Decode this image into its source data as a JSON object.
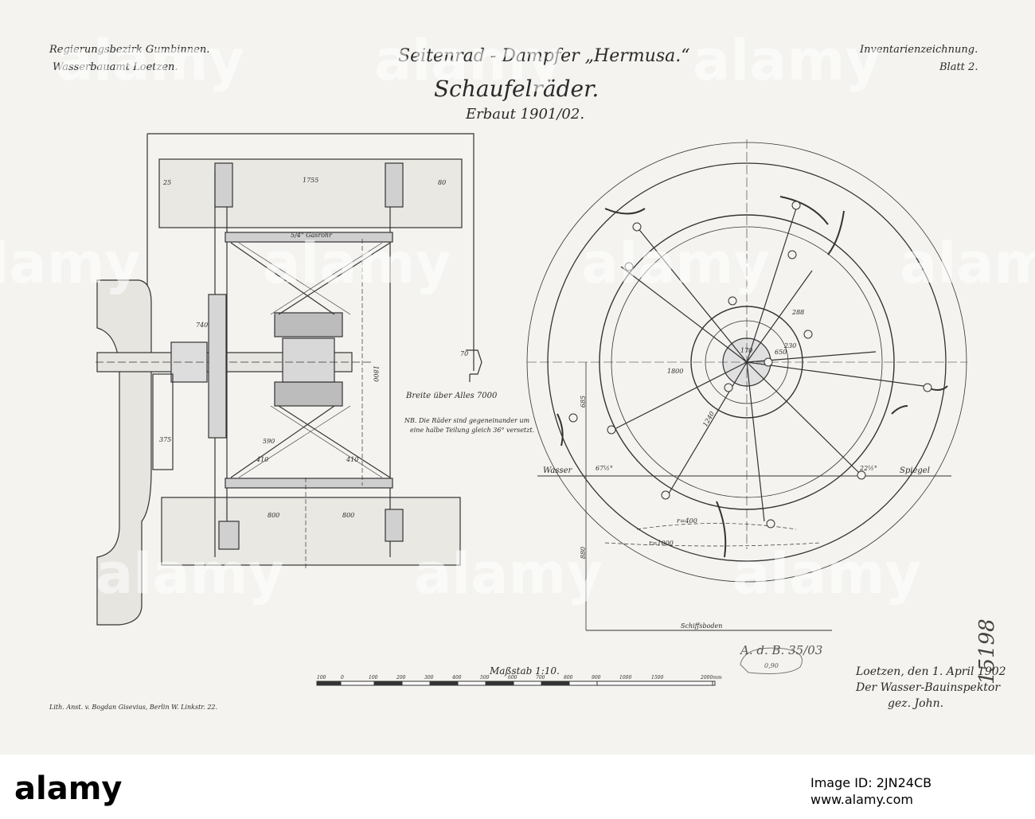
{
  "header": {
    "left_line1": "Regierungsbezirk Gumbinnen.",
    "left_line2": "Wasserbauamt Loetzen.",
    "title": "Seitenrad - Dampfer „Hermusa.“",
    "subtitle": "Schaufelräder.",
    "built": "Erbaut 1901/02.",
    "right_line1": "Inventarienzeichnung.",
    "right_line2": "Blatt 2."
  },
  "plan_labels": {
    "dim_1755": "1755",
    "dim_25": "25",
    "dim_80": "80",
    "pipe": "5/4\" Gasrohr",
    "dim_740": "740",
    "dim_1800": "1800",
    "dim_375": "375",
    "dim_590": "590",
    "dim_410a": "410",
    "dim_410b": "410",
    "dim_800a": "800",
    "dim_800b": "800",
    "dim_70": "70",
    "width_note": "Breite über Alles 7000",
    "nb_line1": "NB. Die Räder sind gegeneinander um",
    "nb_line2": "eine halbe Teilung gleich 36° versetzt."
  },
  "wheel_labels": {
    "dim_1800": "1800",
    "dim_1240": "1240",
    "dim_650": "650",
    "dim_230": "230",
    "dim_170": "170",
    "dim_288": "288",
    "dim_400": "r=400",
    "dim_1000": "r=1000",
    "dim_880": "880",
    "dim_685": "685",
    "wasser": "Wasser",
    "spiegel": "Spiegel",
    "angle_left": "67½°",
    "angle_right": "22½°",
    "schiffsboden": "Schiffsboden"
  },
  "scale": {
    "label": "Maßstab 1:10.",
    "ticks": [
      "100",
      "0",
      "100",
      "200",
      "300",
      "400",
      "500",
      "600",
      "700",
      "800",
      "900",
      "1000",
      "1500",
      "2000mm"
    ]
  },
  "footer": {
    "printer": "Lith. Anst. v. Bogdan Gisevius, Berlin W. Linkstr. 22.",
    "stamp": "A. d. B. 35/03",
    "stamp_sub": "0,90",
    "place_date": "Loetzen, den 1. April 1902",
    "inspector": "Der Wasser-Bauinspektor",
    "signed": "gez. John.",
    "inventory_no": "15198"
  },
  "watermark": {
    "text": "alamy"
  },
  "bottom_bar": {
    "logo": "alamy",
    "image_id": "Image ID: 2JN24CB",
    "url": "www.alamy.com"
  }
}
